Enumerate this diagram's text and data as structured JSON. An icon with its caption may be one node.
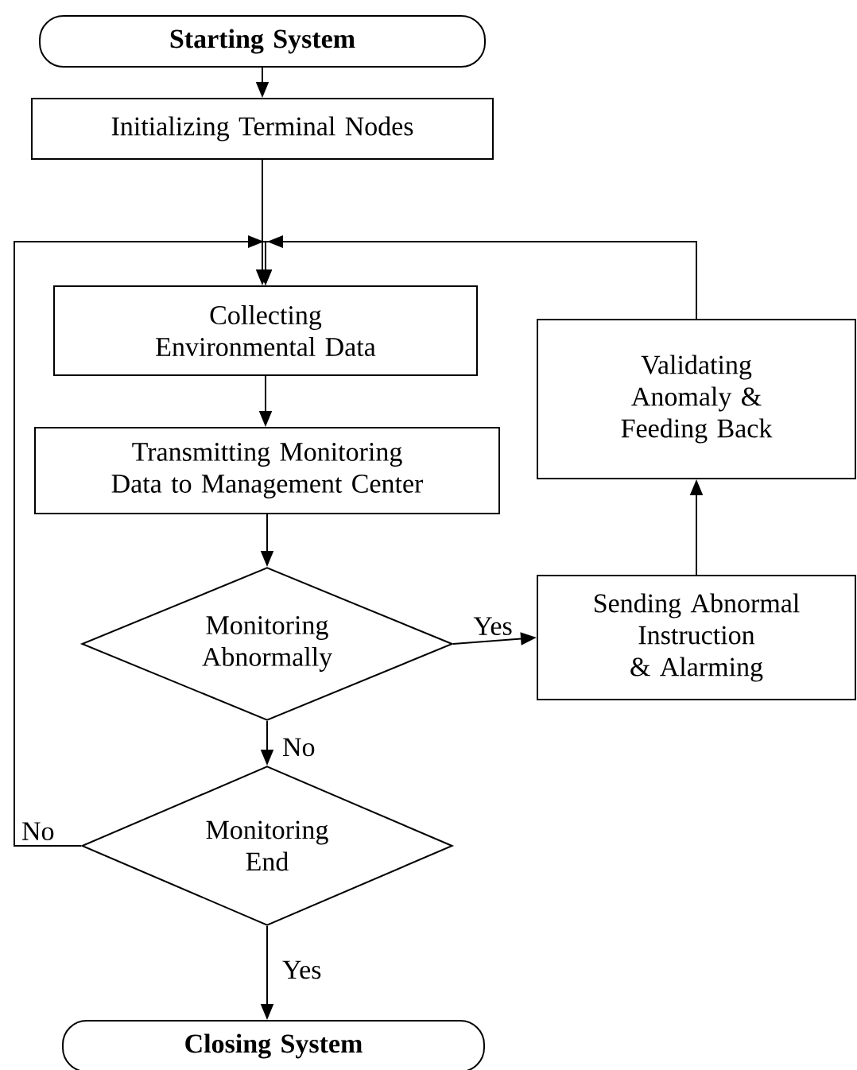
{
  "diagram": {
    "nodes": [
      {
        "text": [
          "Starting System"
        ]
      },
      {
        "text": [
          "Initializing Terminal Nodes"
        ]
      },
      {
        "text": [
          "Collecting Environmental Data"
        ]
      },
      {
        "text": [
          "Transmitting Monitoring Data to Management Center"
        ]
      },
      {
        "text": [
          "Monitoring Abnormally"
        ]
      },
      {
        "text": [
          "Sending Abnormal Instruction & Alarming"
        ]
      },
      {
        "text": [
          "Validating Anomaly & Feeding Back"
        ]
      },
      {
        "text": [
          "Monitoring End"
        ]
      },
      {
        "text": [
          "Closing System"
        ]
      }
    ],
    "edges": [
      {
        "from": 0,
        "to": 1,
        "arrow": "to"
      },
      {
        "from": 1,
        "to": 2,
        "arrow": "to"
      },
      {
        "from": 2,
        "to": 3,
        "arrow": "to"
      },
      {
        "from": 3,
        "to": 4,
        "arrow": "to"
      },
      {
        "from": 4,
        "to": 5,
        "arrow": "to",
        "label": "Yes"
      },
      {
        "from": 5,
        "to": 6,
        "arrow": "to"
      },
      {
        "from": 6,
        "to": 2,
        "arrow": "to"
      },
      {
        "from": 4,
        "to": 7,
        "arrow": "to",
        "label": "No"
      },
      {
        "from": 7,
        "to": 2,
        "arrow": "to",
        "label": "No"
      },
      {
        "from": 7,
        "to": 8,
        "arrow": "to",
        "label": "Yes"
      }
    ]
  }
}
